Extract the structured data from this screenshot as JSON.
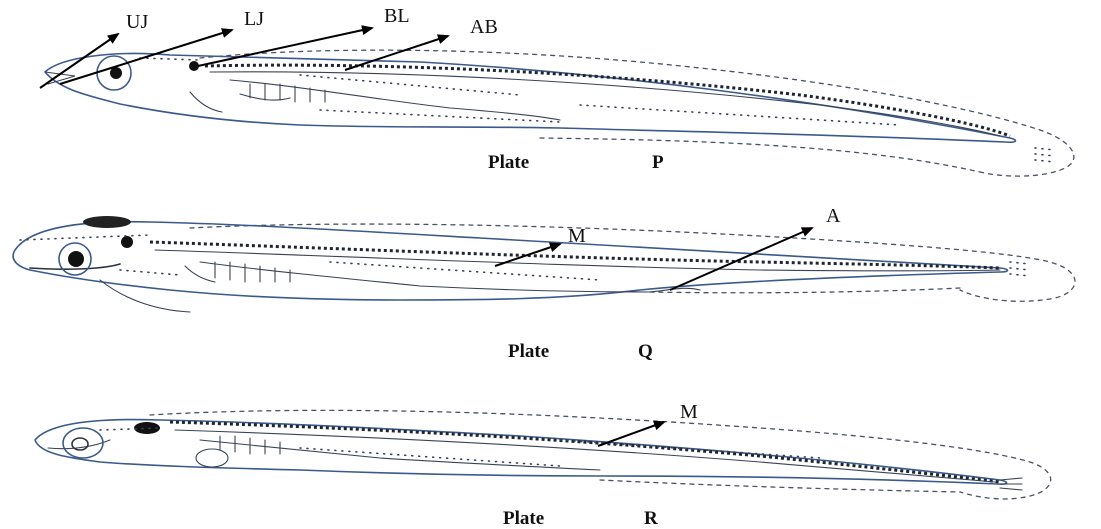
{
  "figure": {
    "plates": [
      {
        "id": "P",
        "caption": "Plate",
        "letter": "P",
        "annotations": [
          "UJ",
          "LJ",
          "BL",
          "AB"
        ]
      },
      {
        "id": "Q",
        "caption": "Plate",
        "letter": "Q",
        "annotations": [
          "M",
          "A"
        ]
      },
      {
        "id": "R",
        "caption": "Plate",
        "letter": "R",
        "annotations": [
          "M"
        ]
      }
    ]
  }
}
